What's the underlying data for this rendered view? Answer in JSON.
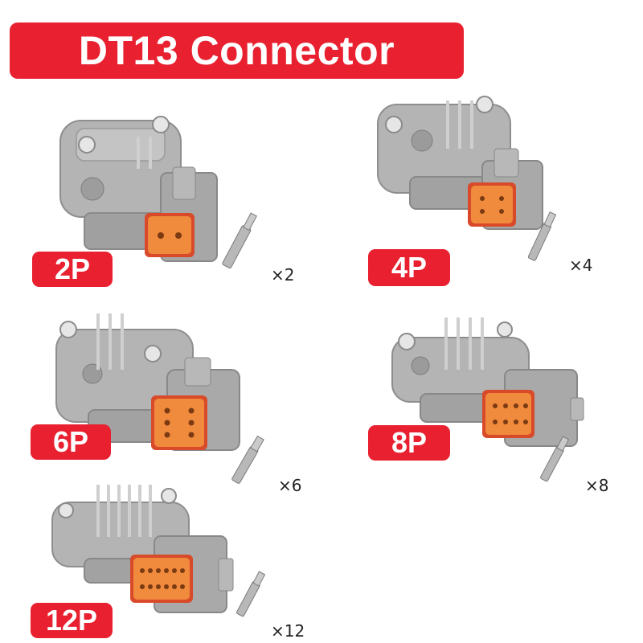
{
  "title": "DT13 Connector",
  "accent_color": "#e8202f",
  "connector_color": "#a8a8a8",
  "seal_color": "#f08a3c",
  "variants": [
    {
      "label": "2P",
      "quantity": "×2"
    },
    {
      "label": "4P",
      "quantity": "×4"
    },
    {
      "label": "6P",
      "quantity": "×6"
    },
    {
      "label": "8P",
      "quantity": "×8"
    },
    {
      "label": "12P",
      "quantity": "×12"
    }
  ]
}
